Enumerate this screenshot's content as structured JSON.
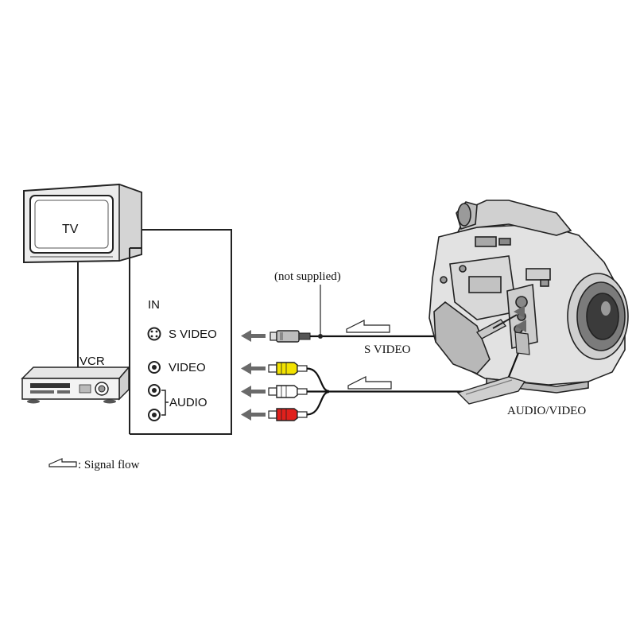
{
  "labels": {
    "tv": "TV",
    "vcr": "VCR",
    "in": "IN",
    "s_video_port": "S VIDEO",
    "video_port": "VIDEO",
    "audio_port": "AUDIO",
    "not_supplied": "(not supplied)",
    "s_video_cable": "S VIDEO",
    "audio_video_jack": "AUDIO/VIDEO",
    "legend": ": Signal flow"
  },
  "colors": {
    "video_plug": "#f2e200",
    "audio_left_plug": "#ffffff",
    "audio_right_plug": "#e0201c",
    "line": "#222222",
    "signal_arrow": "#6a6a6a"
  }
}
